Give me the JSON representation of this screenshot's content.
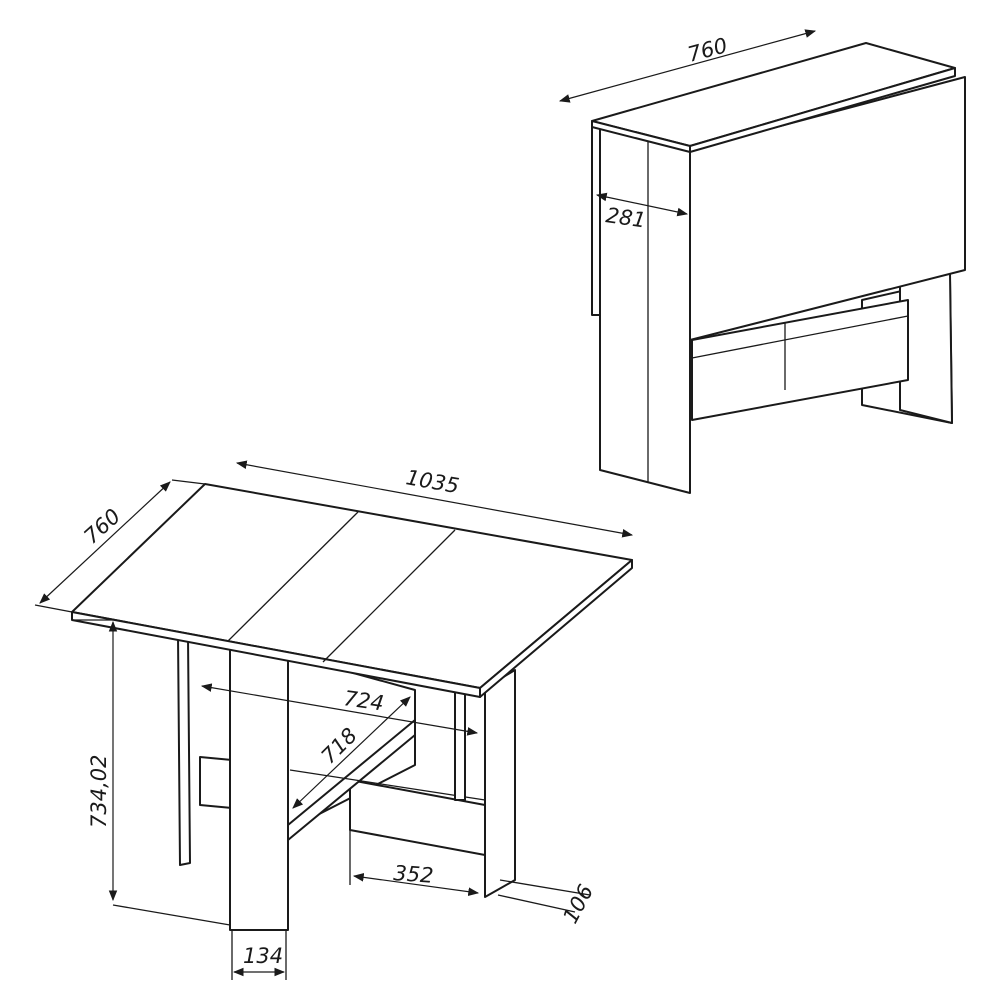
{
  "folded_view": {
    "width_label": "760",
    "depth_label": "281"
  },
  "open_view": {
    "length_label": "1035",
    "width_label": "760",
    "height_label": "734,02",
    "inner_length_label": "724",
    "inner_width_label": "718",
    "base_length_label": "352",
    "leg_depth_label": "106",
    "leg_width_label": "134"
  }
}
